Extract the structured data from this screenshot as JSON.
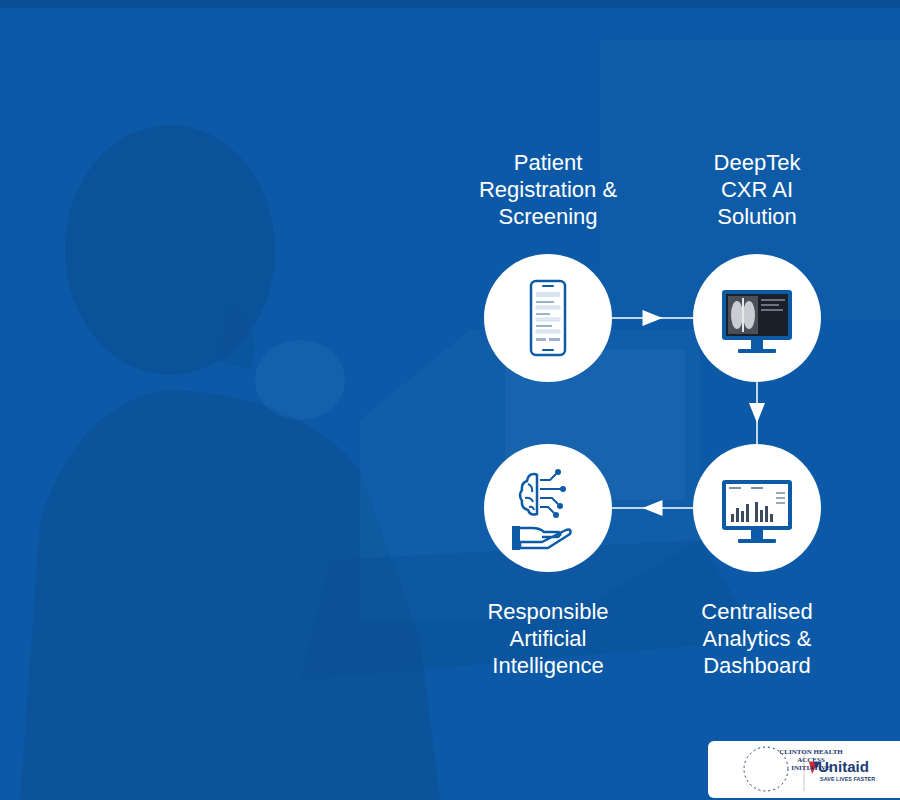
{
  "diagram": {
    "nodes": [
      {
        "text": [
          "Patient Registration & Screening"
        ]
      },
      {
        "text": [
          "DeepTek CXR AI Solution"
        ]
      },
      {
        "text": [
          "Responsible Artificial Intelligence"
        ]
      },
      {
        "text": [
          "Centralised Analytics & Dashboard"
        ]
      }
    ],
    "edges": [
      {
        "from": 0,
        "to": 1,
        "arrow": "to"
      },
      {
        "from": 1,
        "to": 3,
        "arrow": "to"
      },
      {
        "from": 3,
        "to": 2,
        "arrow": "to"
      }
    ],
    "labels": [
      "CLINTON HEALTH ACCESS INITIATIVE",
      "Unitaid",
      "SAVE LIVES FASTER"
    ]
  }
}
